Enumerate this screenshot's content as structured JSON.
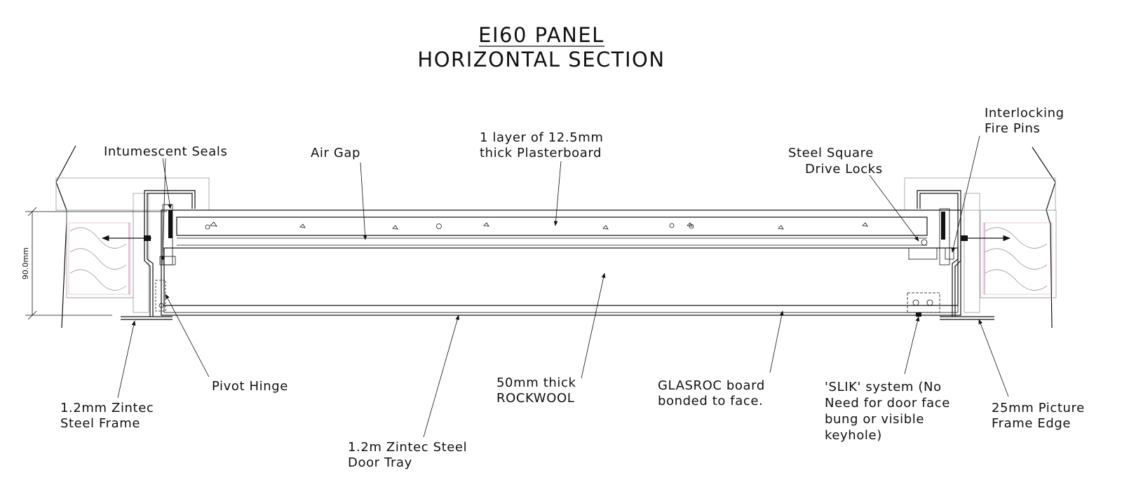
{
  "title": {
    "line1": "EI60 PANEL",
    "line2": "HORIZONTAL SECTION"
  },
  "dimension": {
    "label": "90.0mm"
  },
  "callouts": {
    "intumescent_seals": "Intumescent Seals",
    "air_gap": "Air Gap",
    "plasterboard": [
      "1 layer of 12.5mm",
      "thick Plasterboard"
    ],
    "drive_locks": [
      "Steel Square",
      "Drive Locks"
    ],
    "fire_pins": [
      "Interlocking",
      "Fire Pins"
    ],
    "zintec_frame": [
      "1.2mm Zintec",
      "Steel Frame"
    ],
    "pivot_hinge": "Pivot Hinge",
    "door_tray": [
      "1.2m Zintec Steel",
      "Door Tray"
    ],
    "rockwool": [
      "50mm thick",
      "ROCKWOOL"
    ],
    "glasroc": [
      "GLASROC board",
      "bonded to face."
    ],
    "slik_system": [
      "'SLIK' system (No",
      "Need for door face",
      "bung or visible",
      "keyhole)"
    ],
    "picture_frame": [
      "25mm Picture",
      "Frame Edge"
    ]
  }
}
